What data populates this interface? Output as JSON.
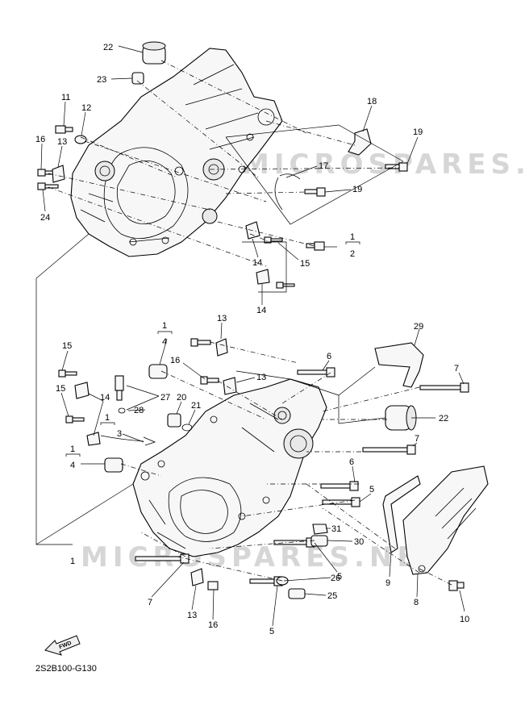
{
  "diagram": {
    "code": "2S2B100-G130",
    "fwd_label": "FWD",
    "watermark_text": "MICROSPARES.NET",
    "callouts": {
      "c22a": "22",
      "c23": "23",
      "c11": "11",
      "c12": "12",
      "c18": "18",
      "c19a": "19",
      "c16a": "16",
      "c13a": "13",
      "c17": "17",
      "c19b": "19",
      "c24": "24",
      "c1a": "1",
      "c2": "2",
      "c14a": "14",
      "c15a": "15",
      "c14b": "14",
      "c13b": "13",
      "c29": "29",
      "c1b": "1",
      "c4a": "4",
      "c16b": "16",
      "c6a": "6",
      "c7a": "7",
      "c13c": "13",
      "c15b": "15",
      "c27": "27",
      "c20": "20",
      "c21": "21",
      "c15c": "15",
      "c14c": "14",
      "c28": "28",
      "c22b": "22",
      "c1c": "1",
      "c3": "3",
      "c1d": "1",
      "c4b": "4",
      "c7b": "7",
      "c6b": "6",
      "c5a": "5",
      "c31": "31",
      "c30": "30",
      "c1e": "1",
      "c9": "9",
      "c26": "26",
      "c5b": "5",
      "c8": "8",
      "c7c": "7",
      "c13d": "13",
      "c16c": "16",
      "c25": "25",
      "c5c": "5",
      "c10": "10"
    }
  }
}
